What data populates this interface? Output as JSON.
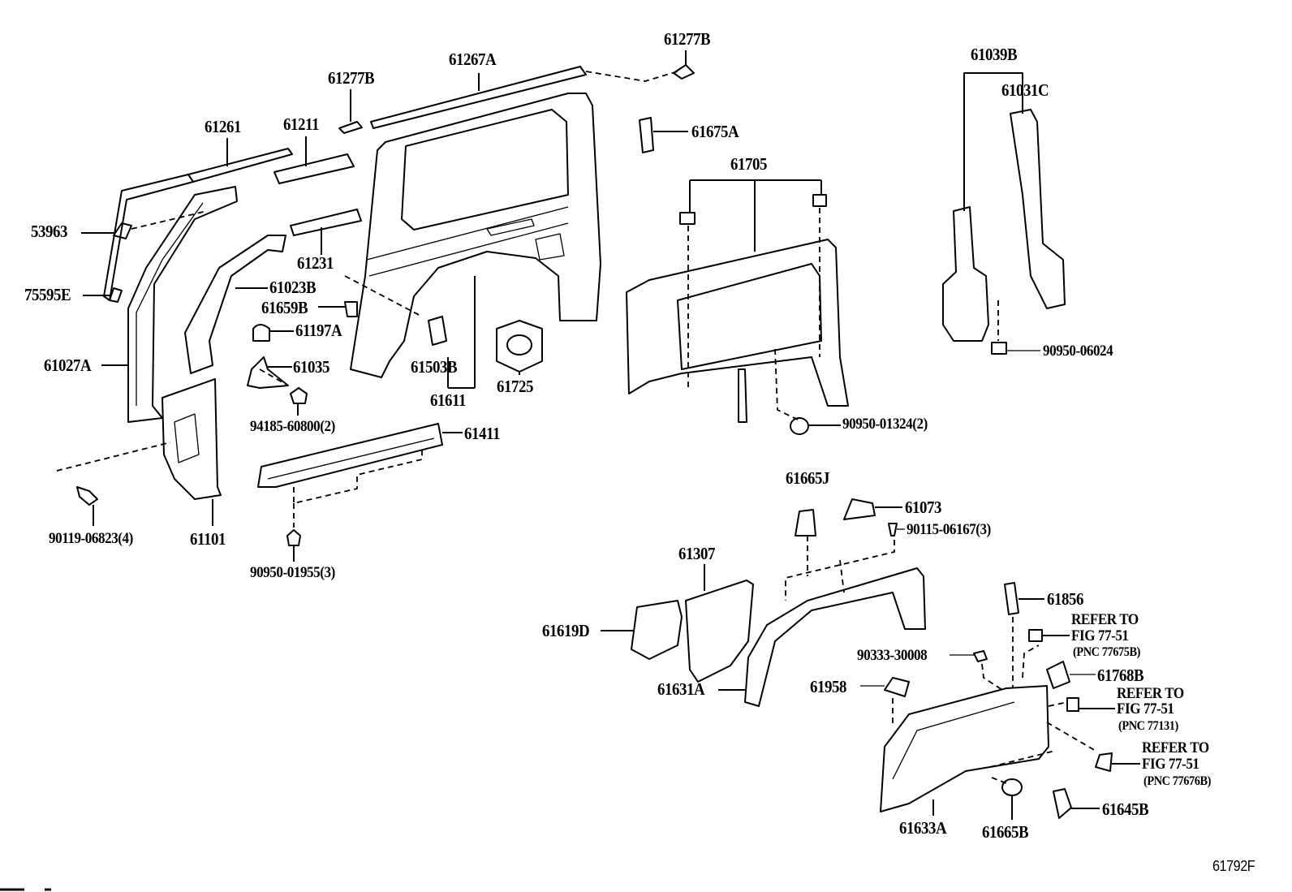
{
  "diagram_code": "61792F",
  "labels": {
    "p61277B_top": "61277B",
    "p61267A": "61267A",
    "p61277B": "61277B",
    "p61039B": "61039B",
    "p61031C": "61031C",
    "p61261": "61261",
    "p61211": "61211",
    "p61675A": "61675A",
    "p61705": "61705",
    "p53963": "53963",
    "p61231": "61231",
    "p75595E": "75595E",
    "p61023B": "61023B",
    "p61659B": "61659B",
    "p61197A": "61197A",
    "p61027A": "61027A",
    "p61035": "61035",
    "p61503B": "61503B",
    "p61611": "61611",
    "p61725": "61725",
    "p90950_06024": "90950-06024",
    "p94185_60800": "94185-60800(2)",
    "p90950_01324": "90950-01324(2)",
    "p61411": "61411",
    "p90119_06823": "90119-06823(4)",
    "p61101": "61101",
    "p61665J": "61665J",
    "p61073": "61073",
    "p90115_06167": "90115-06167(3)",
    "p90950_01955": "90950-01955(3)",
    "p61307": "61307",
    "p61856": "61856",
    "p61619D": "61619D",
    "p90333_30008": "90333-30008",
    "p61768B": "61768B",
    "p61631A": "61631A",
    "p61958": "61958",
    "p61645B": "61645B",
    "p61633A": "61633A",
    "p61665B": "61665B"
  },
  "references": [
    {
      "line1": "REFER TO",
      "line2": "FIG 77-51",
      "line3": "(PNC 77675B)"
    },
    {
      "line1": "REFER TO",
      "line2": "FIG 77-51",
      "line3": "(PNC 77131)"
    },
    {
      "line1": "REFER TO",
      "line2": "FIG 77-51",
      "line3": "(PNC 77676B)"
    }
  ]
}
